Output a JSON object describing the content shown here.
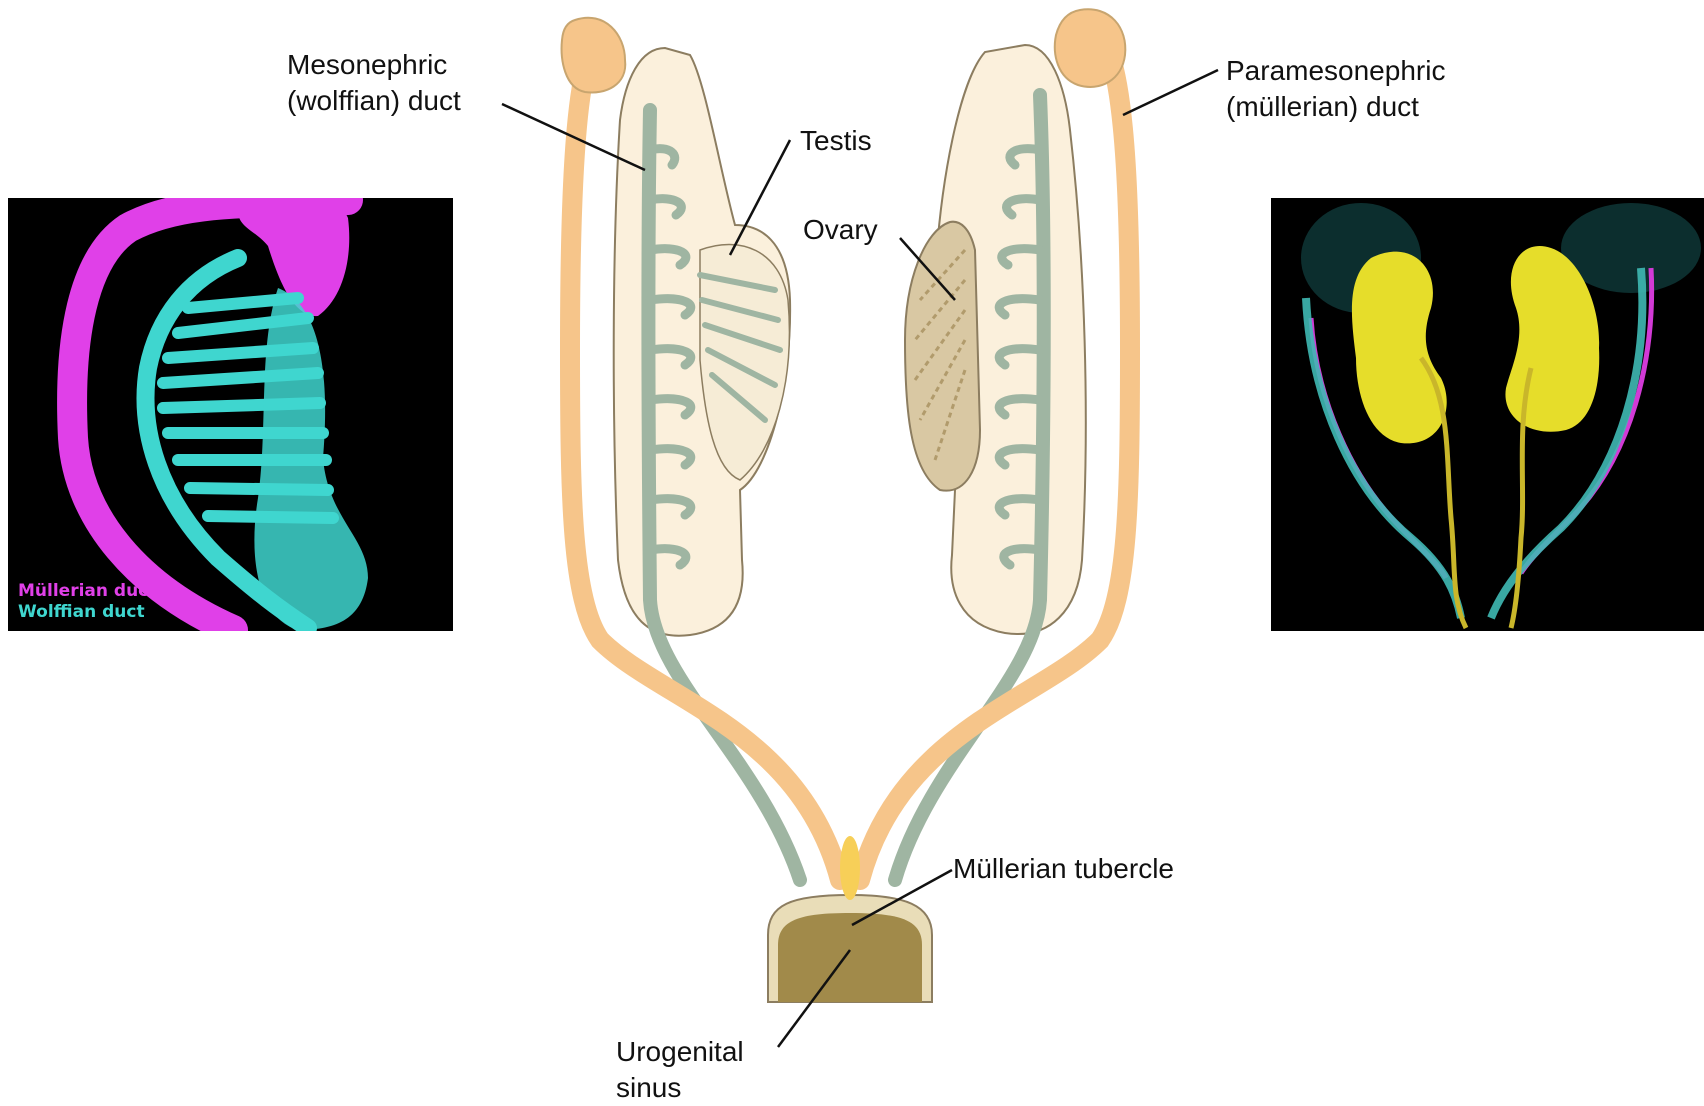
{
  "labels": {
    "mesonephric_line1": "Mesonephric",
    "mesonephric_line2": "(wolffian) duct",
    "paramesonephric_line1": "Paramesonephric",
    "paramesonephric_line2": "(müllerian) duct",
    "testis": "Testis",
    "ovary": "Ovary",
    "mullerian_tubercle": "Müllerian tubercle",
    "urogenital_line1": "Urogenital",
    "urogenital_line2": "sinus"
  },
  "left_photo": {
    "legend_mullerian": "Müllerian duct",
    "legend_wolffian": "Wolffian duct",
    "color_mullerian": "#e040e8",
    "color_wolffian": "#3fd6cf"
  },
  "right_photo": {
    "color_kidney": "#e6dd2a",
    "color_mullerian": "#d23ad6",
    "color_wolffian": "#3fb9b4"
  },
  "colors": {
    "paramesonephric_duct": "#f6c58a",
    "mesonephric_duct": "#9fb5a2",
    "mesonephros_body": "#fbf0dc",
    "ovary_fill": "#d9c8a3",
    "urogenital_sinus": "#a18a4a",
    "tubercle": "#f7cf58"
  }
}
